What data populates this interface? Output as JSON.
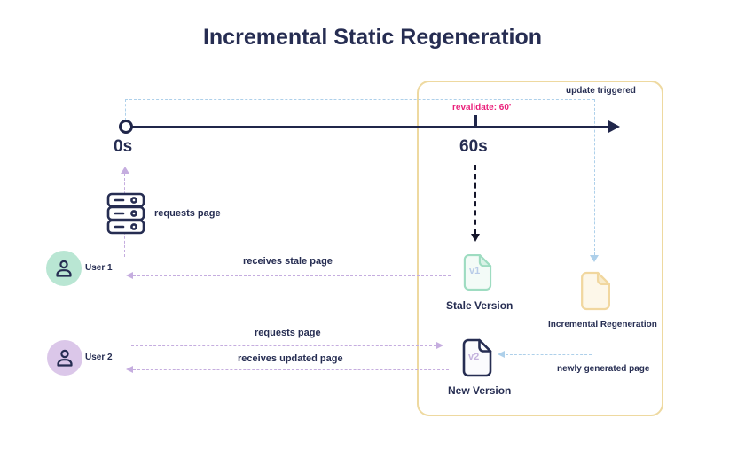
{
  "title": "Incremental Static Regeneration",
  "timeline": {
    "start_label": "0s",
    "end_label": "60s",
    "revalidate_label": "revalidate: 60'",
    "update_triggered_label": "update triggered"
  },
  "actors": {
    "user1": {
      "label": "User 1"
    },
    "user2": {
      "label": "User 2"
    }
  },
  "flows": {
    "server_request": "requests page",
    "user1_receive": "receives stale page",
    "user2_request": "requests page",
    "user2_receive": "receives updated page",
    "newly_generated": "newly generated page"
  },
  "documents": {
    "stale": {
      "version": "v1",
      "label": "Stale Version"
    },
    "new": {
      "version": "v2",
      "label": "New Version"
    },
    "regen": {
      "label": "Incremental Regeneration"
    }
  },
  "colors": {
    "navy": "#262d52",
    "timeline": "#20264a",
    "pink": "#ea1e79",
    "purple_dash": "#c5addf",
    "blue_dash": "#aed0ea",
    "box_border": "#eed9a0",
    "stale_border": "#9edcc1",
    "stale_fill": "#f3fbf7",
    "regen_border": "#f1d79f",
    "regen_fill": "#fdf7e9",
    "new_border": "#262d52",
    "new_fill": "#fbfbfd",
    "user1_bg": "#b9e6d3",
    "user2_bg": "#dbc7e9",
    "v1_text": "#b9cce8",
    "v2_text": "#c4b2dd"
  }
}
